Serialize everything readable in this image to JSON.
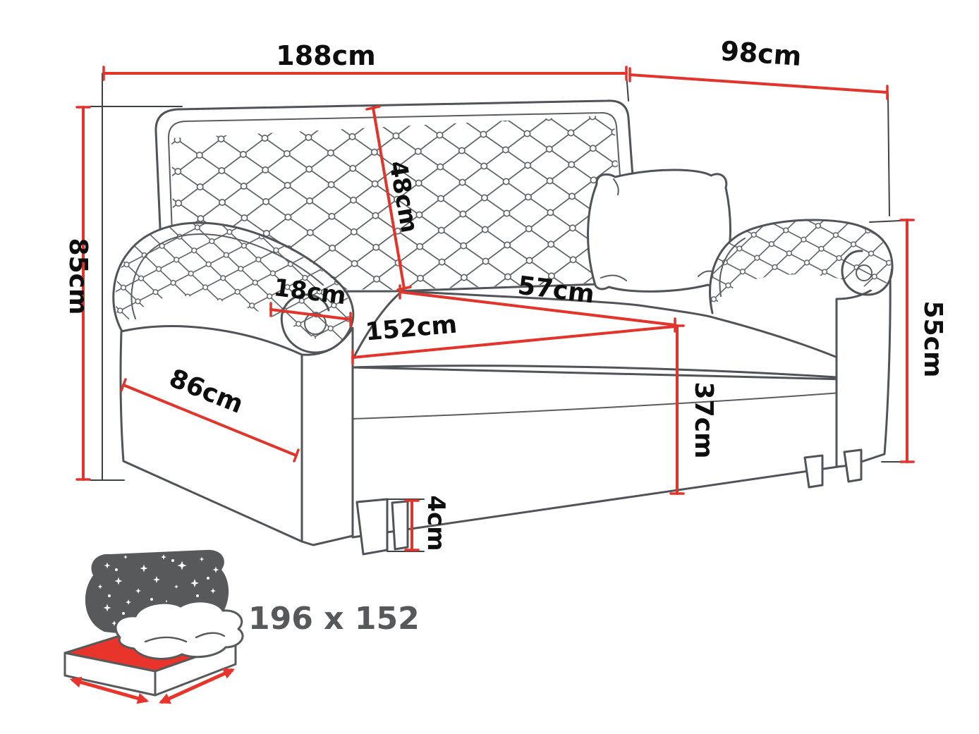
{
  "diagram": {
    "type": "sofa-bed-dimension-diagram",
    "dimensions": {
      "width": "188cm",
      "depth": "98cm",
      "height": "85cm",
      "backrest": "48cm",
      "armrest_top": "18cm",
      "seat_depth": "57cm",
      "seat_width": "152cm",
      "side": "86cm",
      "arm_height": "55cm",
      "seat_height": "37cm",
      "leg": "4cm"
    },
    "sleeping_area": {
      "label": "196 x 152"
    },
    "colors": {
      "dimension_red": "#e2342b",
      "outline_gray": "#505458",
      "icon_gray": "#58595b",
      "icon_red": "#e8342b",
      "label_black": "#0e0e0e"
    }
  }
}
